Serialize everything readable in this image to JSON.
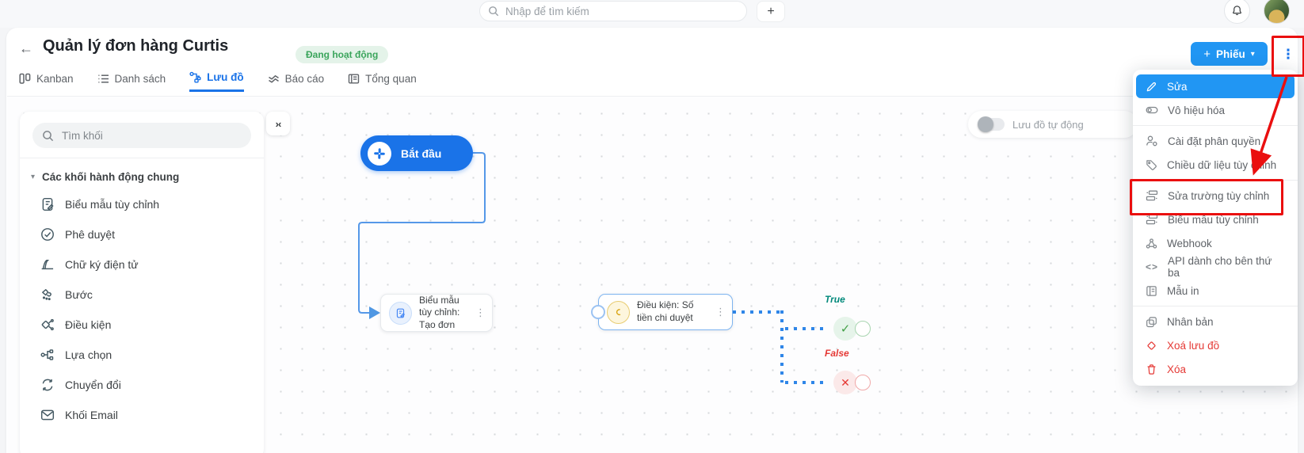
{
  "topbar": {
    "search_placeholder": "Nhập để tìm kiếm",
    "add_label": "+"
  },
  "header": {
    "back_glyph": "←",
    "title": "Quản lý đơn hàng Curtis",
    "status_badge": "Đang hoạt động",
    "ticket_button": "Phiếu",
    "ticket_plus": "+",
    "ticket_caret": "▾",
    "kebab_glyph": "⋮"
  },
  "tabs": {
    "kanban": "Kanban",
    "list": "Danh sách",
    "flow": "Lưu đồ",
    "report": "Báo cáo",
    "overview": "Tổng quan"
  },
  "sidebar": {
    "search_placeholder": "Tìm khối",
    "section_title": "Các khối hành động chung",
    "collapse_glyph": "›‹",
    "section_caret": "▾",
    "items": [
      "Biểu mẫu tùy chỉnh",
      "Phê duyệt",
      "Chữ ký điện tử",
      "Bước",
      "Điều kiện",
      "Lựa chọn",
      "Chuyển đổi",
      "Khối Email"
    ]
  },
  "canvas": {
    "auto_toggle_label": "Lưu đồ tự động",
    "start_node": "Bắt đầu",
    "form_node": "Biểu mẫu tùy chỉnh: Tạo đơn",
    "condition_node": "Điều kiện: Số tiền chi duyệt",
    "branch_true": "True",
    "branch_false": "False",
    "true_glyph": "✓",
    "false_glyph": "✕",
    "node_kebab_glyph": "⋮"
  },
  "menu": {
    "items": [
      "Sửa",
      "Vô hiệu hóa",
      "Cài đặt phân quyền",
      "Chiều dữ liệu tùy chỉnh",
      "Sửa trường tùy chỉnh",
      "Biểu mẫu tùy chỉnh",
      "Webhook",
      "API dành cho bên thứ ba",
      "Mẫu in",
      "Nhân bản",
      "Xoá lưu đồ",
      "Xóa"
    ],
    "api_glyph": "<>"
  },
  "colors": {
    "primary": "#2196f3",
    "active_tab": "#1a73e8",
    "success": "#3ba55c",
    "danger": "#e53935",
    "annotation": "#ea0f0f"
  }
}
